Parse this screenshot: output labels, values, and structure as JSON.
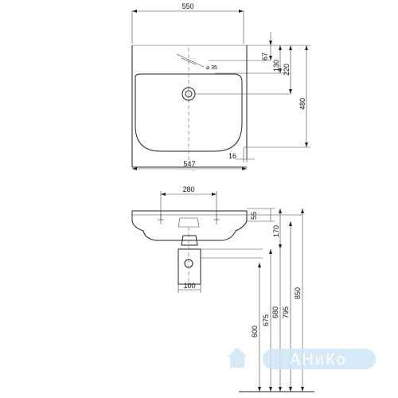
{
  "top_view": {
    "width_overall": "550",
    "width_rim": "547",
    "tap_hole_diameter": "⌀ 35",
    "depth_tap_hole": "67",
    "depth_tap_center": "130",
    "depth_drain": "220",
    "depth_overall": "480",
    "rim_offset": "16"
  },
  "front_view": {
    "mount_spacing": "280",
    "rim_height": "55",
    "bowl_depth": "170",
    "trap_width": "100",
    "heights": [
      "600",
      "675",
      "680",
      "795",
      "850"
    ]
  },
  "watermark": {
    "brand": "АНиКо"
  }
}
